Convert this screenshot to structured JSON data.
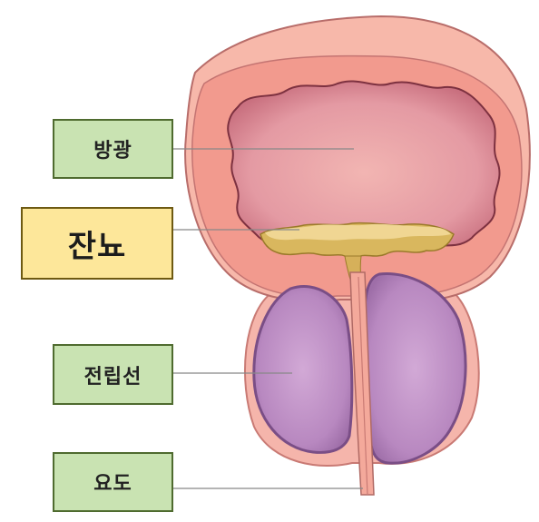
{
  "labels": {
    "bladder": "방광",
    "residual_urine": "잔뇨",
    "prostate": "전립선",
    "urethra": "요도"
  },
  "colors": {
    "label_fill": "#c9e3b2",
    "label_border": "#4f6b2f",
    "highlight_fill": "#fde79a",
    "highlight_border": "#6e5a12",
    "bladder_wall": "#f39b8e",
    "bladder_cavity": "#e7a0a5",
    "residual_urine": "#d7b75c",
    "prostate": "#b98bc2",
    "leader_line": "#888888"
  }
}
